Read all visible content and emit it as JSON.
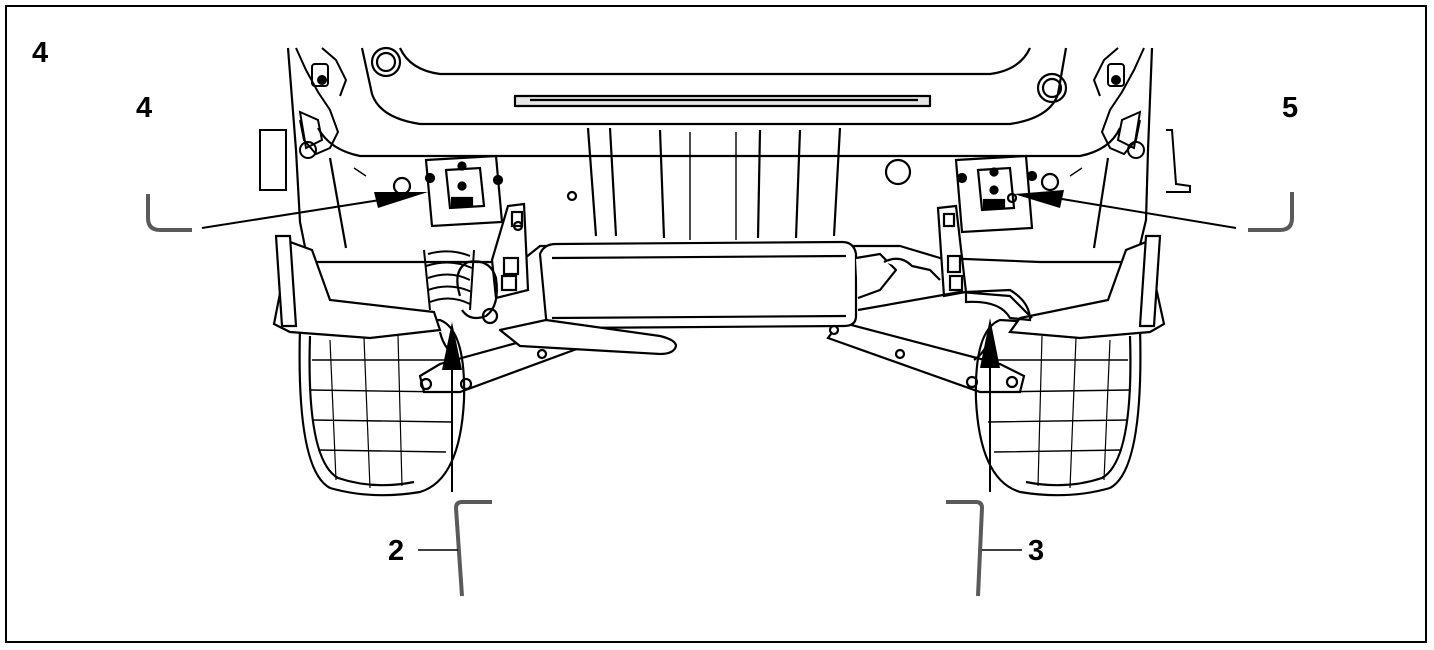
{
  "figure": {
    "number": "4"
  },
  "callouts": [
    {
      "id": "c4",
      "label": "4"
    },
    {
      "id": "c5",
      "label": "5"
    },
    {
      "id": "c2",
      "label": "2"
    },
    {
      "id": "c3",
      "label": "3"
    }
  ],
  "colors": {
    "line": "#000000",
    "background": "#ffffff",
    "bracket": "#5a5a5a",
    "shade": "#c8c8c8"
  }
}
